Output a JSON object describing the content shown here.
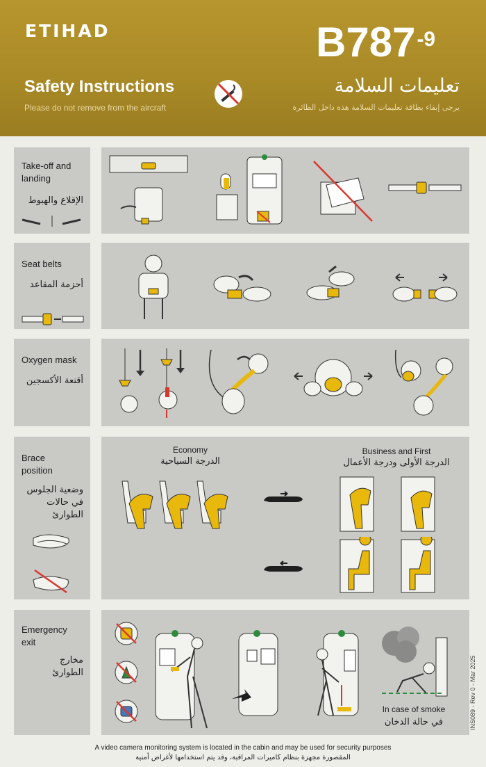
{
  "header": {
    "brand": "ETIHAD",
    "aircraft": "B787",
    "aircraft_variant": "-9",
    "title_en": "Safety Instructions",
    "subtitle_en": "Please do not remove from the aircraft",
    "title_ar": "تعليمات السلامة",
    "subtitle_ar": "يرجى إبقاء بطاقة تعليمات السلامة هذه داخل الطائرة"
  },
  "sections": {
    "takeoff": {
      "label_en": "Take-off and landing",
      "label_ar": "الإقلاع والهبوط"
    },
    "seatbelts": {
      "label_en": "Seat belts",
      "label_ar": "أحزمة المقاعد"
    },
    "oxygen": {
      "label_en": "Oxygen mask",
      "label_ar": "أقنعة الأكسجين"
    },
    "brace": {
      "label_en": "Brace position",
      "label_ar": "وضعية الجلوس في حالات الطوارئ",
      "economy_en": "Economy",
      "economy_ar": "الدرجة السياحية",
      "business_en": "Business and First",
      "business_ar": "الدرجة الأولى ودرجة الأعمال"
    },
    "exit": {
      "label_en": "Emergency exit",
      "label_ar": "مخارج الطوارئ",
      "smoke_en": "In case of smoke",
      "smoke_ar": "في حالة الدخان"
    }
  },
  "footer": {
    "notice_en": "A video camera monitoring system is located in the cabin and may be used for security purposes",
    "notice_ar": "المقصورة مجهزة بنظام كاميرات المراقبة، وقد يتم استخدامها لأغراض أمنية",
    "code": "INS089 - Rev 0 - Mar 2025"
  },
  "colors": {
    "gold": "#b8962e",
    "panel_grey": "#c9c9c6",
    "accent_yellow": "#e8b80c",
    "warning_red": "#d8372e"
  }
}
